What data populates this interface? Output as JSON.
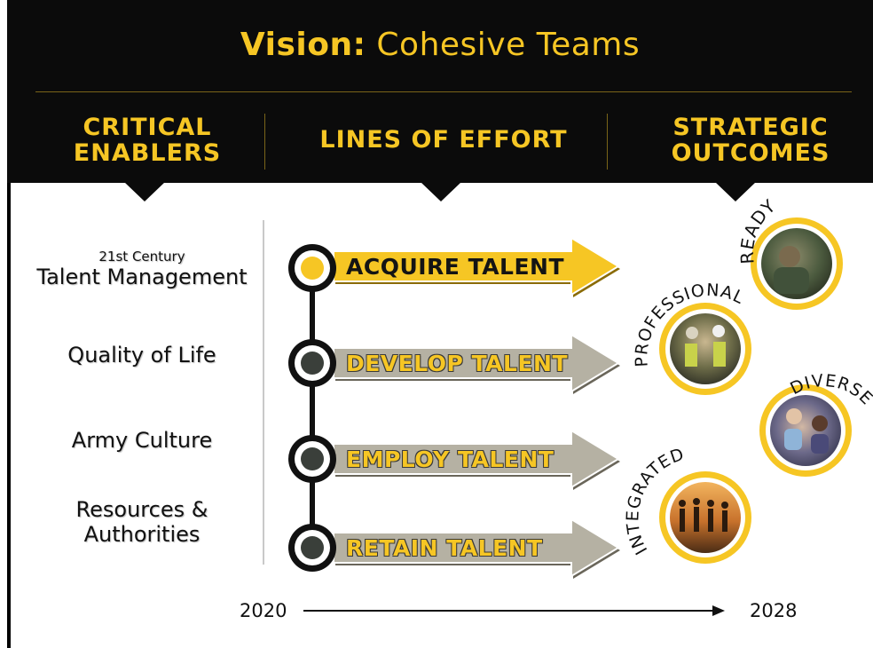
{
  "header": {
    "title_bold": "Vision:",
    "title_rest": " Cohesive Teams",
    "columns": [
      {
        "line1": "CRITICAL",
        "line2": "ENABLERS"
      },
      {
        "line1": "LINES OF EFFORT",
        "line2": ""
      },
      {
        "line1": "STRATEGIC",
        "line2": "OUTCOMES"
      }
    ]
  },
  "enablers": [
    {
      "sup": "21st Century",
      "main": "Talent Management"
    },
    {
      "main": "Quality of Life"
    },
    {
      "main": "Army Culture"
    },
    {
      "main_line1": "Resources &",
      "main_line2": "Authorities"
    }
  ],
  "lines_of_effort": [
    {
      "label": "ACQUIRE TALENT",
      "active": true
    },
    {
      "label": "DEVELOP TALENT",
      "active": false
    },
    {
      "label": "EMPLOY TALENT",
      "active": false
    },
    {
      "label": "RETAIN TALENT",
      "active": false
    }
  ],
  "outcomes": [
    {
      "label": "READY"
    },
    {
      "label": "PROFESSIONAL"
    },
    {
      "label": "DIVERSE"
    },
    {
      "label": "INTEGRATED"
    }
  ],
  "timeline": {
    "start": "2020",
    "end": "2028"
  },
  "colors": {
    "accent": "#f6c624",
    "header_bg": "#0b0b0b",
    "arrow_gray": "#b5b1a3",
    "node_dark": "#3a3f3a"
  }
}
